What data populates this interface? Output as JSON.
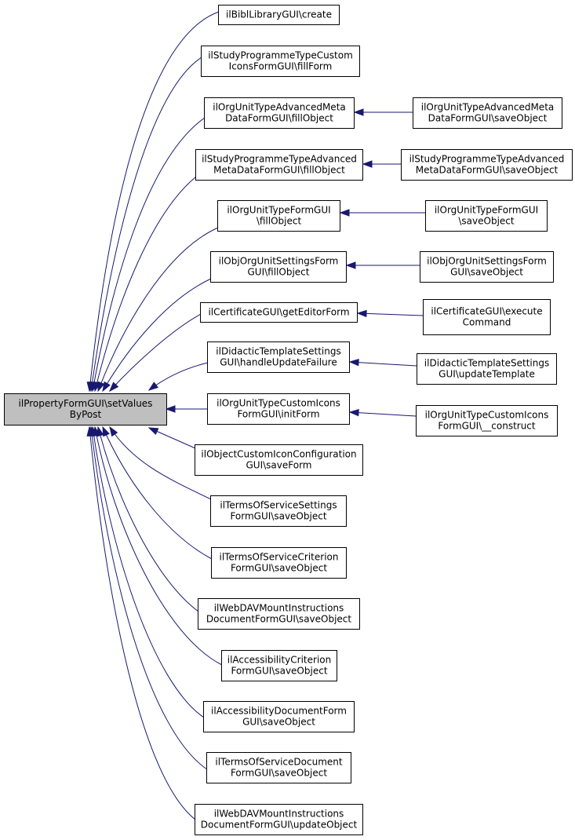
{
  "diagram": {
    "colors": {
      "edge": "#191970",
      "root_fill": "#bfbfbf",
      "node_fill": "#ffffff",
      "border": "#000000"
    },
    "nodes": [
      {
        "id": "root",
        "lines": [
          "ilPropertyFormGUI\\setValues",
          "ByPost"
        ]
      },
      {
        "id": "c1",
        "lines": [
          "ilBiblLibraryGUI\\create"
        ]
      },
      {
        "id": "c2",
        "lines": [
          "ilStudyProgrammeTypeCustom",
          "IconsFormGUI\\fillForm"
        ]
      },
      {
        "id": "c3",
        "lines": [
          "ilOrgUnitTypeAdvancedMeta",
          "DataFormGUI\\fillObject"
        ]
      },
      {
        "id": "c4",
        "lines": [
          "ilStudyProgrammeTypeAdvanced",
          "MetaDataFormGUI\\fillObject"
        ]
      },
      {
        "id": "c5",
        "lines": [
          "ilOrgUnitTypeFormGUI",
          "\\fillObject"
        ]
      },
      {
        "id": "c6",
        "lines": [
          "ilObjOrgUnitSettingsForm",
          "GUI\\fillObject"
        ]
      },
      {
        "id": "c7",
        "lines": [
          "ilCertificateGUI\\getEditorForm"
        ]
      },
      {
        "id": "c8",
        "lines": [
          "ilDidacticTemplateSettings",
          "GUI\\handleUpdateFailure"
        ]
      },
      {
        "id": "c9",
        "lines": [
          "ilOrgUnitTypeCustomIcons",
          "FormGUI\\initForm"
        ]
      },
      {
        "id": "c10",
        "lines": [
          "ilObjectCustomIconConfiguration",
          "GUI\\saveForm"
        ]
      },
      {
        "id": "c11",
        "lines": [
          "ilTermsOfServiceSettings",
          "FormGUI\\saveObject"
        ]
      },
      {
        "id": "c12",
        "lines": [
          "ilTermsOfServiceCriterion",
          "FormGUI\\saveObject"
        ]
      },
      {
        "id": "c13",
        "lines": [
          "ilWebDAVMountInstructions",
          "DocumentFormGUI\\saveObject"
        ]
      },
      {
        "id": "c14",
        "lines": [
          "ilAccessibilityCriterion",
          "FormGUI\\saveObject"
        ]
      },
      {
        "id": "c15",
        "lines": [
          "ilAccessibilityDocumentForm",
          "GUI\\saveObject"
        ]
      },
      {
        "id": "c16",
        "lines": [
          "ilTermsOfServiceDocument",
          "FormGUI\\saveObject"
        ]
      },
      {
        "id": "c17",
        "lines": [
          "ilWebDAVMountInstructions",
          "DocumentFormGUI\\updateObject"
        ]
      },
      {
        "id": "r3",
        "lines": [
          "ilOrgUnitTypeAdvancedMeta",
          "DataFormGUI\\saveObject"
        ]
      },
      {
        "id": "r4",
        "lines": [
          "ilStudyProgrammeTypeAdvanced",
          "MetaDataFormGUI\\saveObject"
        ]
      },
      {
        "id": "r5",
        "lines": [
          "ilOrgUnitTypeFormGUI",
          "\\saveObject"
        ]
      },
      {
        "id": "r6",
        "lines": [
          "ilObjOrgUnitSettingsForm",
          "GUI\\saveObject"
        ]
      },
      {
        "id": "r7",
        "lines": [
          "ilCertificateGUI\\execute",
          "Command"
        ]
      },
      {
        "id": "r8",
        "lines": [
          "ilDidacticTemplateSettings",
          "GUI\\updateTemplate"
        ]
      },
      {
        "id": "r9",
        "lines": [
          "ilOrgUnitTypeCustomIcons",
          "FormGUI\\__construct"
        ]
      }
    ],
    "edges": [
      {
        "from": "c1",
        "to": "root"
      },
      {
        "from": "c2",
        "to": "root"
      },
      {
        "from": "c3",
        "to": "root"
      },
      {
        "from": "c4",
        "to": "root"
      },
      {
        "from": "c5",
        "to": "root"
      },
      {
        "from": "c6",
        "to": "root"
      },
      {
        "from": "c7",
        "to": "root"
      },
      {
        "from": "c8",
        "to": "root"
      },
      {
        "from": "c9",
        "to": "root"
      },
      {
        "from": "c10",
        "to": "root"
      },
      {
        "from": "c11",
        "to": "root"
      },
      {
        "from": "c12",
        "to": "root"
      },
      {
        "from": "c13",
        "to": "root"
      },
      {
        "from": "c14",
        "to": "root"
      },
      {
        "from": "c15",
        "to": "root"
      },
      {
        "from": "c16",
        "to": "root"
      },
      {
        "from": "c17",
        "to": "root"
      },
      {
        "from": "r3",
        "to": "c3"
      },
      {
        "from": "r4",
        "to": "c4"
      },
      {
        "from": "r5",
        "to": "c5"
      },
      {
        "from": "r6",
        "to": "c6"
      },
      {
        "from": "r7",
        "to": "c7"
      },
      {
        "from": "r8",
        "to": "c8"
      },
      {
        "from": "r9",
        "to": "c9"
      }
    ]
  }
}
